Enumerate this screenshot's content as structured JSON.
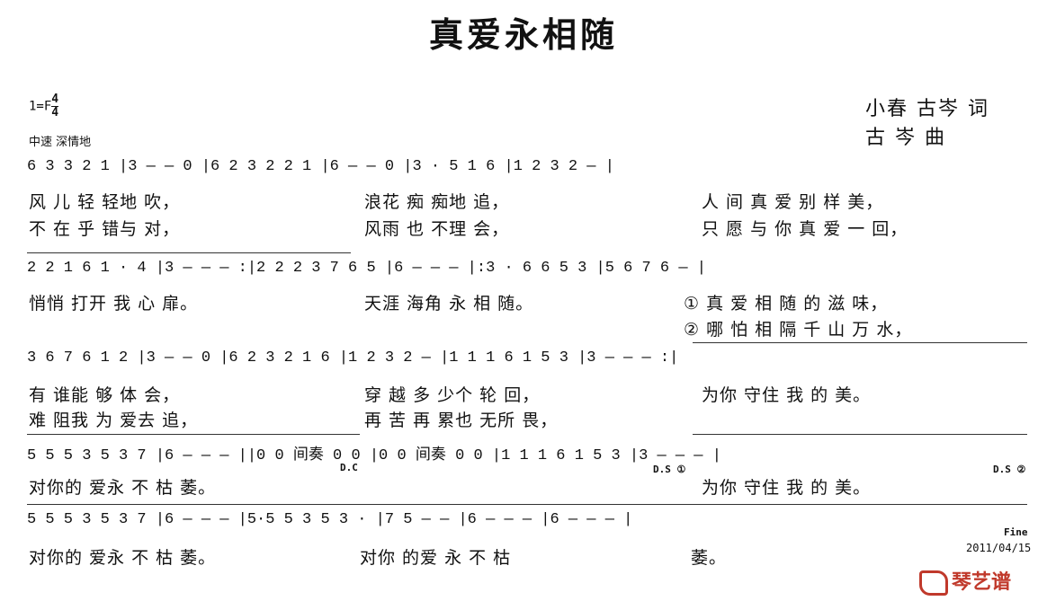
{
  "title": "真爱永相随",
  "key": {
    "prefix": "1=F",
    "beats": "4",
    "unit": "4"
  },
  "tempo": "中速  深情地",
  "credits": {
    "lyricist": "小春 古岑 词",
    "composer": "古    岑 曲"
  },
  "rows": [
    {
      "notes": "6  3  3  2 1 |3  —  —  0 |6  2 3  2  2 1 |6  —  —  0 |3 · 5  1  6 |1  2 3  2  — |",
      "lyrics": [
        "风 儿 轻 轻地 吹，",
        "浪花   痴 痴地 追，",
        "人  间 真  爱  别 样  美，"
      ],
      "lyrics2": [
        "不 在 乎 错与 对，",
        "风雨   也 不理 会，",
        "只  愿 与  你  真 爱 一 回，"
      ]
    },
    {
      "notes": "2 2 1 6  1 · 4 |3  —  —  — :|2 2 2 3 7  6 5 |6  —  —  — |:3 · 6  6  5 3 |5  6 7  6  — |",
      "lyrics": [
        "悄悄 打开  我  心  扉。",
        "天涯 海角 永 相   随。",
        "①  真  爱  相  随    的  滋   味，"
      ],
      "lyrics2": [
        "",
        "",
        "②  哪  怕  相  隔    千  山 万  水，"
      ]
    },
    {
      "notes": "3  6 7  6  1 2 |3  —  —  0 |6  2 3 2 1 6 |1 2 3  2  — |1 1 1 6  1  5 3 |3  —  —  — :|",
      "lyrics": [
        "有 谁能 够 体  会，",
        "穿 越  多 少个  轮   回，",
        "为你 守住 我  的  美。"
      ],
      "lyrics2": [
        "难 阻我 为 爱去  追，",
        "再 苦  再 累也  无所  畏，",
        ""
      ]
    },
    {
      "notes": "5 5 5 3 5  3 7 |6  —  —  — ||0  0  间奏 0  0 |0  0  间奏 0  0 |1 1 1 6  1  5 3 |3  —  —  — |",
      "lyrics": [
        "对你的 爱永  不 枯  萎。",
        "",
        "为你 守住 我  的  美。"
      ],
      "marks": [
        "D.C",
        "D.S ①",
        "D.S ②"
      ]
    },
    {
      "notes": "5 5 5 3 5  3 7 |6  —  —  — |5·5  5 3  5  3 · |7   5  —  — |6  —  —  — |6  —  —  — |",
      "lyrics": [
        "对你的 爱永  不 枯  萎。",
        "对你 的爱 永 不  枯",
        "萎。"
      ],
      "marks": [
        "Fine"
      ]
    }
  ],
  "date": "2011/04/15",
  "logo": "琴艺谱"
}
